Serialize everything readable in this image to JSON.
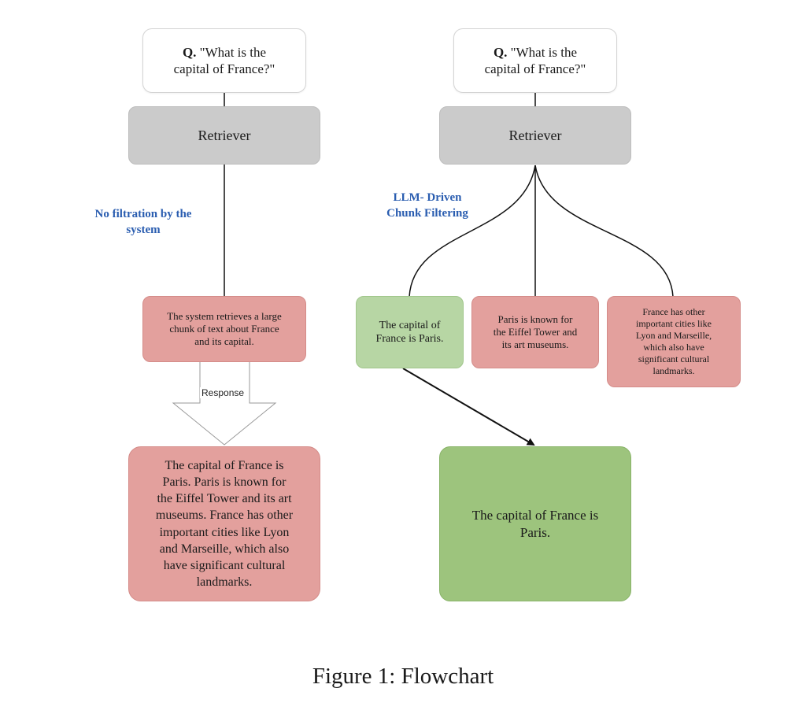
{
  "left": {
    "question": {
      "prefix": "Q.",
      "text": "\"What is the\ncapital of France?\""
    },
    "retriever": "Retriever",
    "annotation": "No filtration by the\nsystem",
    "chunk": "The system retrieves a large\nchunk of text about France\nand its capital.",
    "response_label": "Response",
    "answer": "The capital of France is\nParis. Paris is known for\nthe Eiffel Tower and its art\nmuseums. France has other\nimportant cities like Lyon\nand Marseille, which also\nhave significant cultural\nlandmarks."
  },
  "right": {
    "question": {
      "prefix": "Q.",
      "text": "\"What is the\ncapital of France?\""
    },
    "retriever": "Retriever",
    "annotation": "LLM- Driven\nChunk Filtering",
    "chunks": [
      {
        "text": "The capital of\nFrance is Paris.",
        "status": "kept"
      },
      {
        "text": "Paris is known for\nthe Eiffel Tower and\nits art museums.",
        "status": "filtered"
      },
      {
        "text": "France has other\nimportant cities like\nLyon and Marseille,\nwhich also have\nsignificant cultural\nlandmarks.",
        "status": "filtered"
      }
    ],
    "answer": "The capital of France is\nParis."
  },
  "caption": "Figure 1: Flowchart",
  "colors": {
    "kept": "#b7d6a4",
    "filtered": "#e3a09d",
    "answer_good": "#9dc47d",
    "annotation": "#2a5db0"
  }
}
